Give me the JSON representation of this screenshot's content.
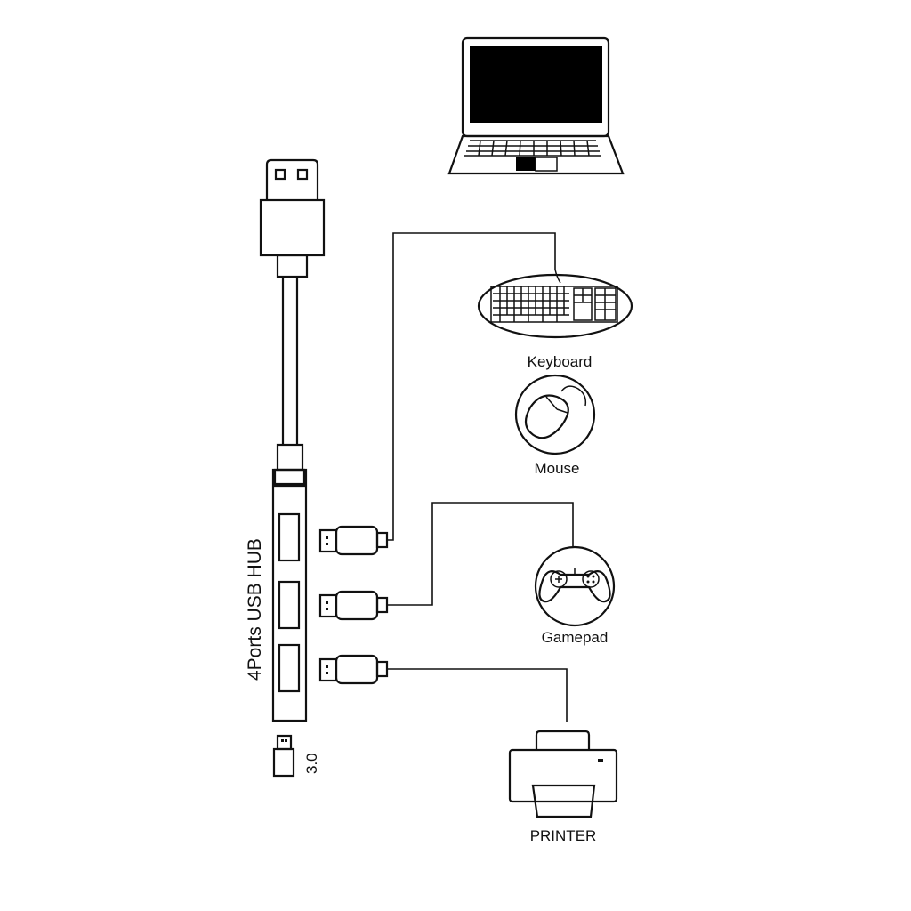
{
  "diagram": {
    "hub_label": "4Ports USB HUB",
    "version_label": "3.0",
    "host_device": "laptop",
    "devices": [
      {
        "name": "keyboard",
        "label": "Keyboard"
      },
      {
        "name": "mouse",
        "label": "Mouse"
      },
      {
        "name": "gamepad",
        "label": "Gamepad"
      },
      {
        "name": "printer",
        "label": "PRINTER"
      }
    ],
    "hub_ports": 3,
    "colors": {
      "line": "#111111",
      "screen": "#000000",
      "background": "#ffffff"
    }
  }
}
